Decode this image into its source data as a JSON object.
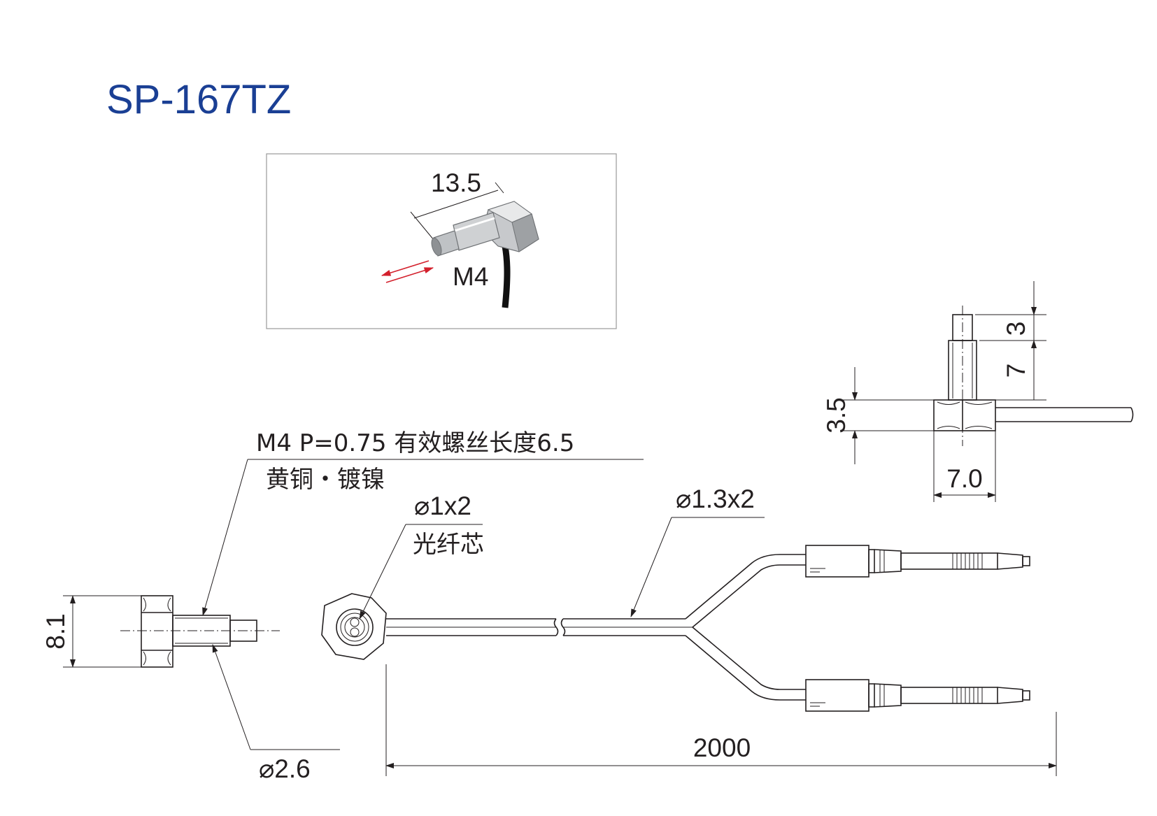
{
  "title": "SP-167TZ",
  "photo": {
    "dim_length": "13.5",
    "thread_label": "M4"
  },
  "side_view": {
    "dim_tip": "3",
    "dim_body": "7",
    "dim_hex_height": "3.5",
    "dim_hex_width": "7.0"
  },
  "front_view": {
    "thread_note": "M4 P=0.75 有效螺丝长度6.5",
    "material_note": "黄铜・镀镍",
    "height_dim": "8.1",
    "tip_dia": "⌀2.6"
  },
  "cable": {
    "core_dia": "⌀1x2",
    "core_label": "光纤芯",
    "jacket_dia": "⌀1.3x2",
    "length": "2000"
  },
  "colors": {
    "title": "#1a3f94",
    "line": "#231f20",
    "arrow_red": "#d3202c"
  }
}
